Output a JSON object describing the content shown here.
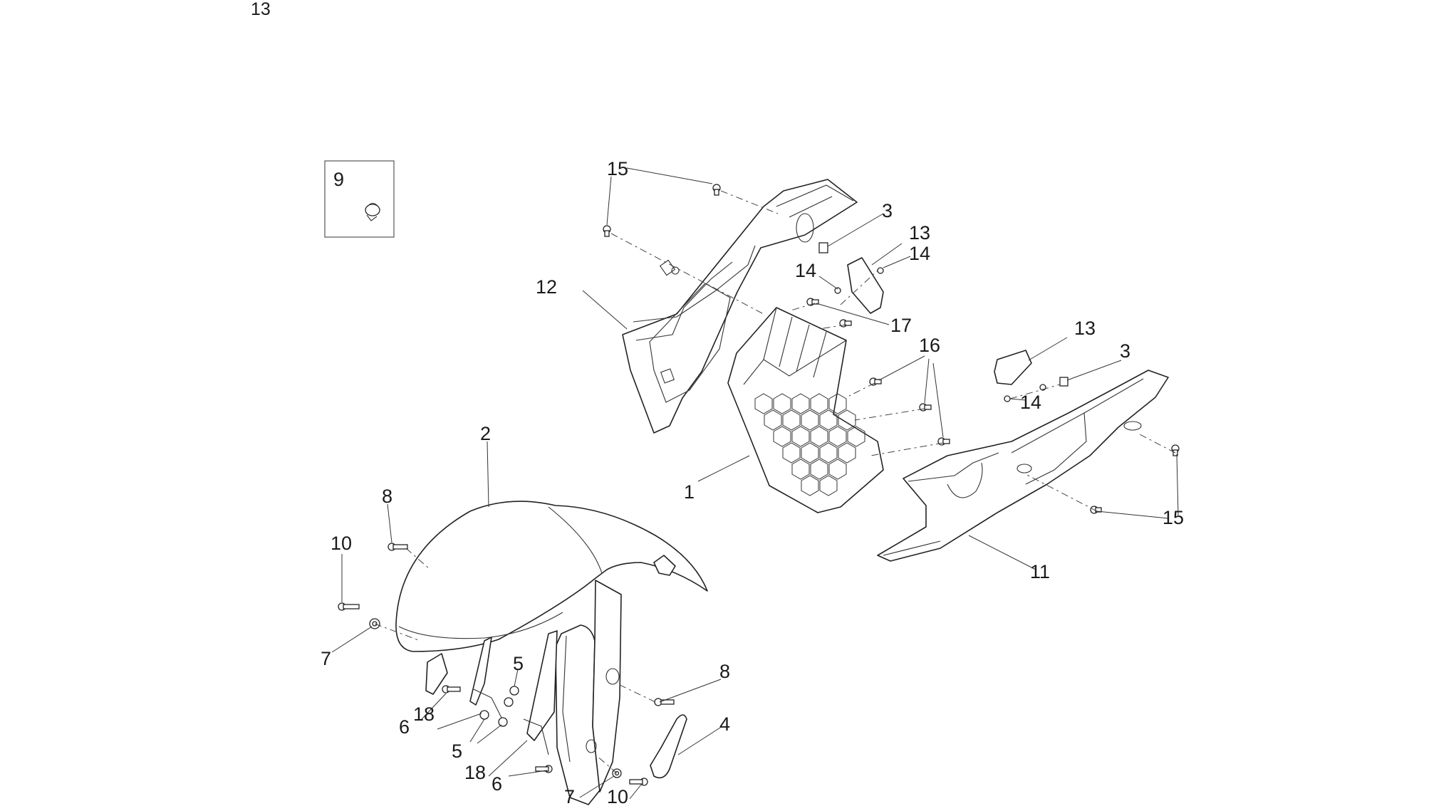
{
  "header": {
    "title": "13"
  },
  "inset_label": "9",
  "callouts": {
    "c15a": "15",
    "c3a": "3",
    "c13a": "13",
    "c14a": "14",
    "c14b": "14",
    "c12": "12",
    "c17": "17",
    "c16": "16",
    "c13b": "13",
    "c3b": "3",
    "c14c": "14",
    "c2": "2",
    "c8a": "8",
    "c1": "1",
    "c15b": "15",
    "c10a": "10",
    "c11": "11",
    "c7a": "7",
    "c5a": "5",
    "c8b": "8",
    "c6a": "6",
    "c18a": "18",
    "c4": "4",
    "c5b": "5",
    "c18b": "18",
    "c6b": "6",
    "c7b": "7",
    "c10b": "10"
  },
  "colors": {
    "line": "#222222",
    "text": "#1a1a1a",
    "background": "#ffffff"
  }
}
